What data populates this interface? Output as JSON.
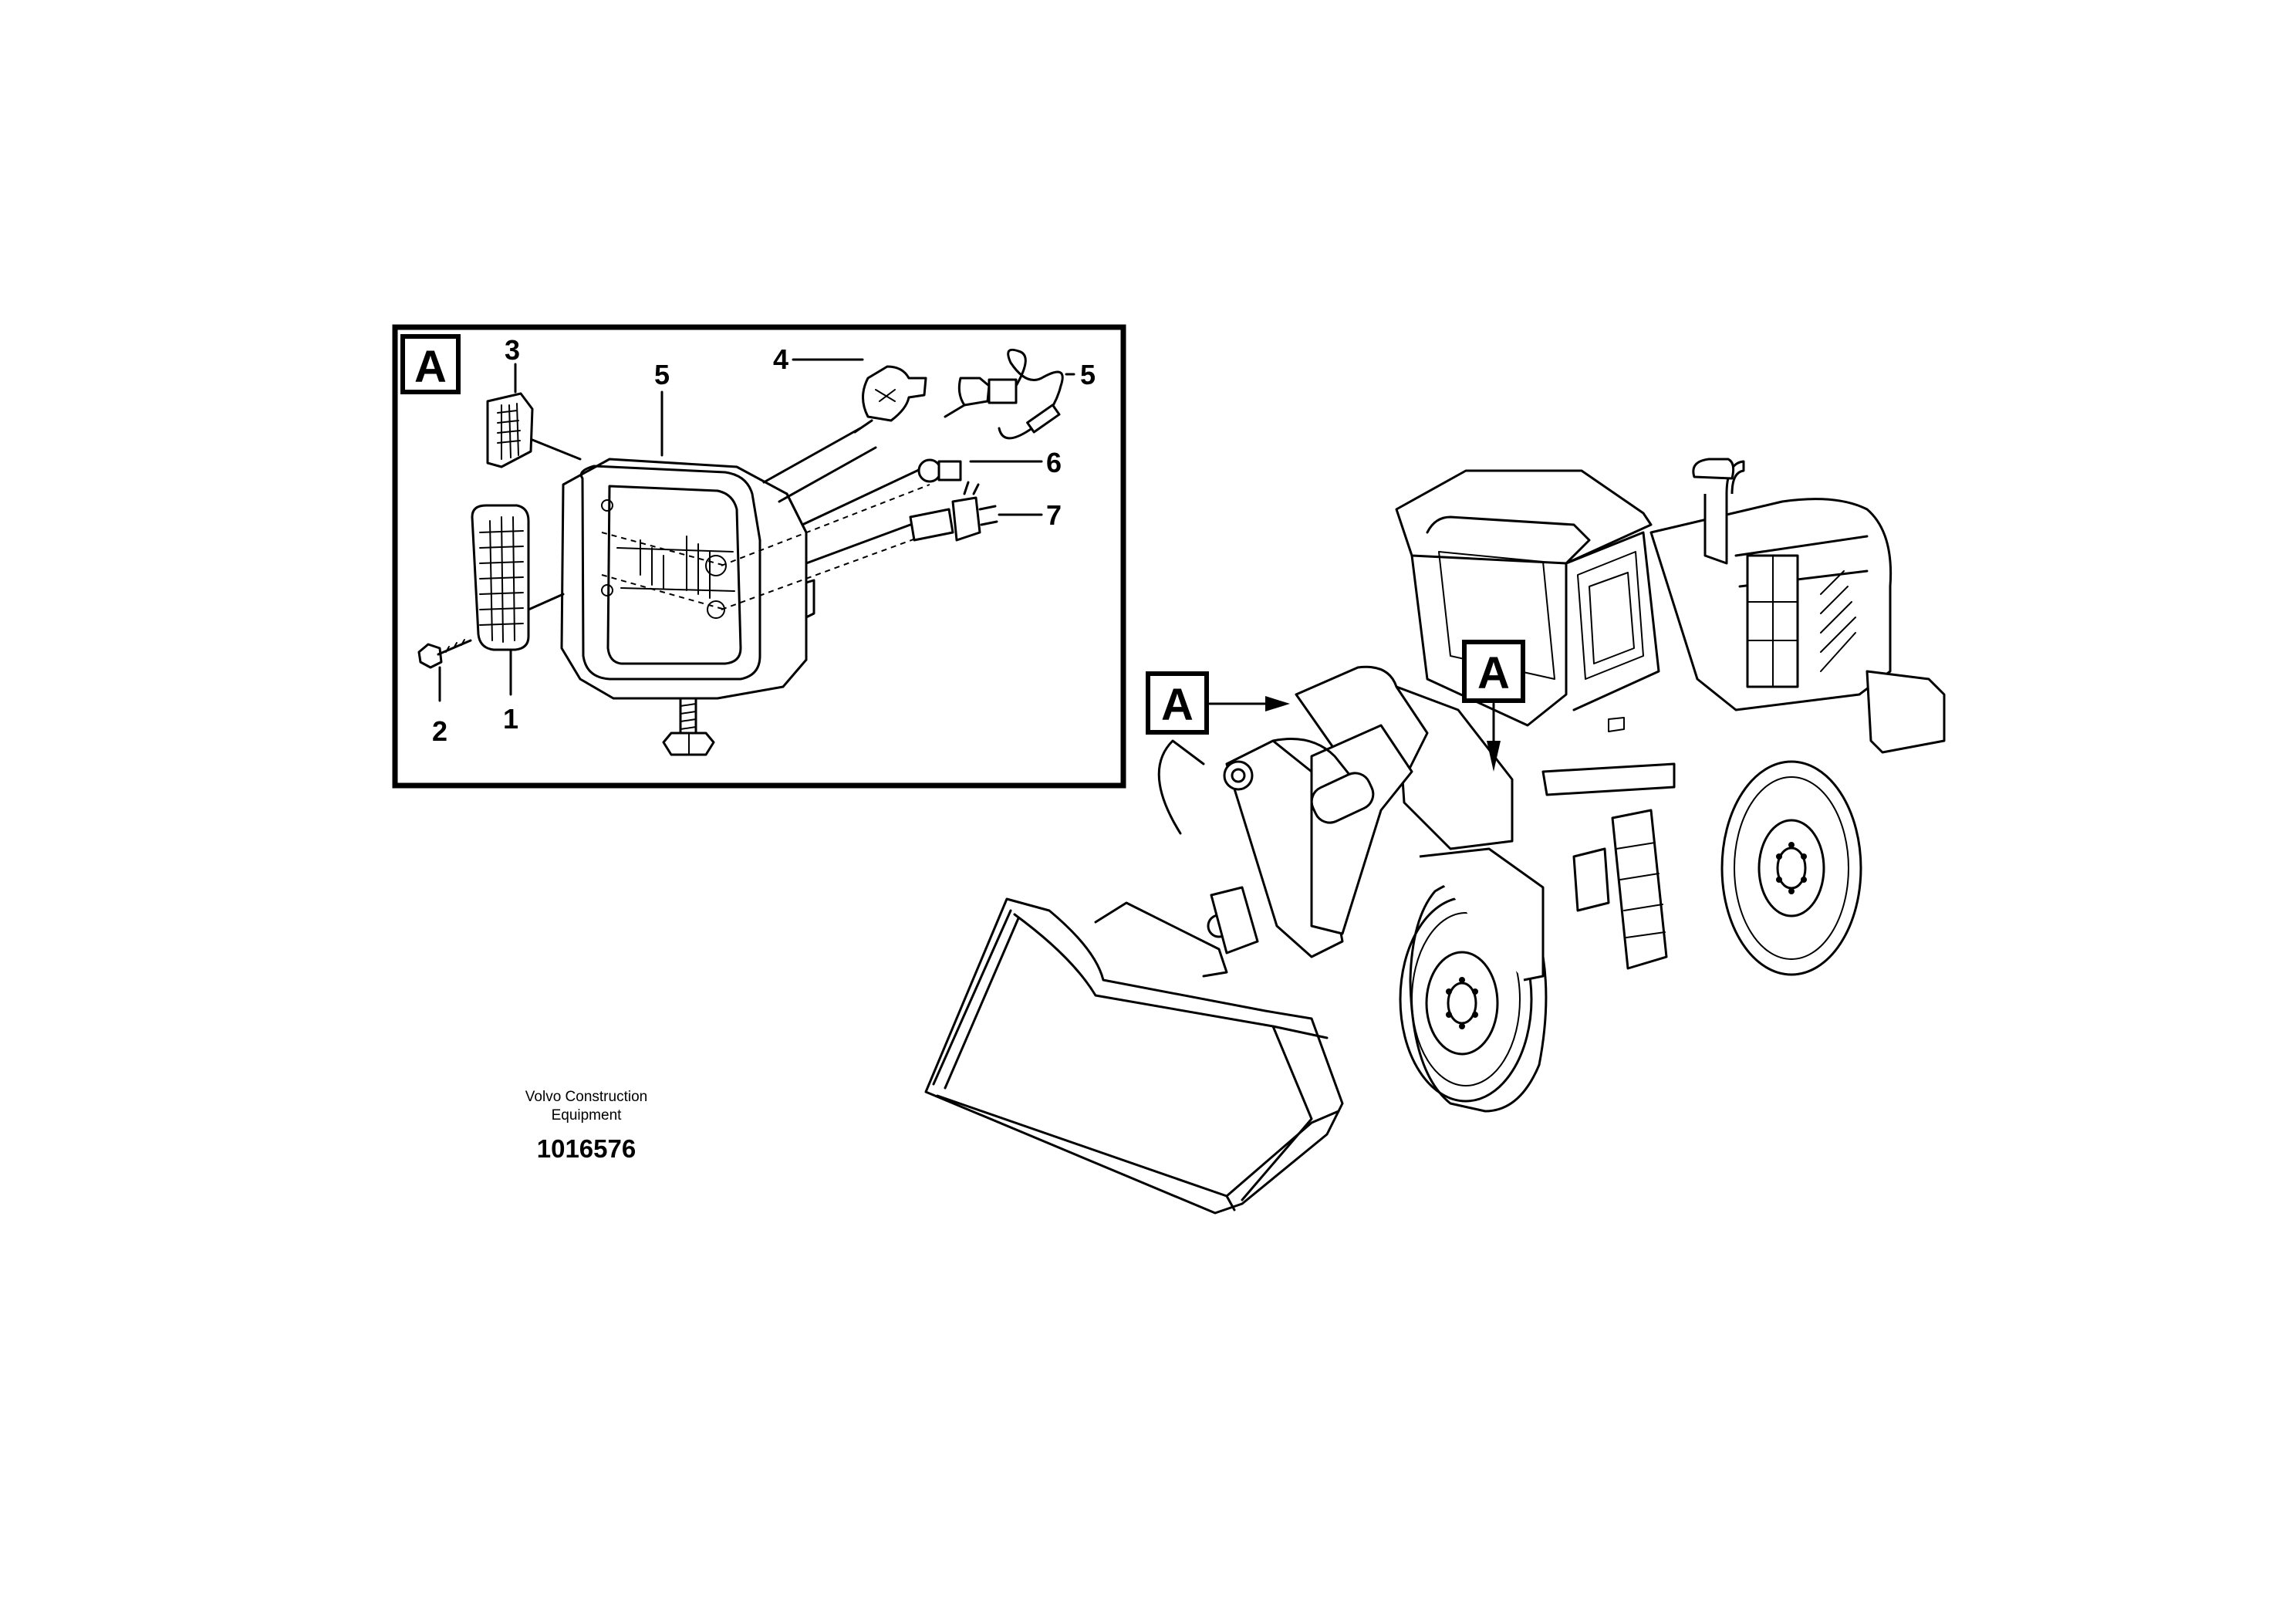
{
  "detail_view": {
    "view_label": "A",
    "callouts": [
      {
        "id": "1",
        "text": "1"
      },
      {
        "id": "2",
        "text": "2"
      },
      {
        "id": "3",
        "text": "3"
      },
      {
        "id": "4",
        "text": "4"
      },
      {
        "id": "5a",
        "text": "5"
      },
      {
        "id": "5b",
        "text": "5"
      },
      {
        "id": "6",
        "text": "6"
      },
      {
        "id": "7",
        "text": "7"
      }
    ]
  },
  "machine_view": {
    "markers": [
      "A",
      "A"
    ]
  },
  "credit": {
    "company_line1": "Volvo Construction",
    "company_line2": "Equipment",
    "drawing_number": "1016576"
  }
}
